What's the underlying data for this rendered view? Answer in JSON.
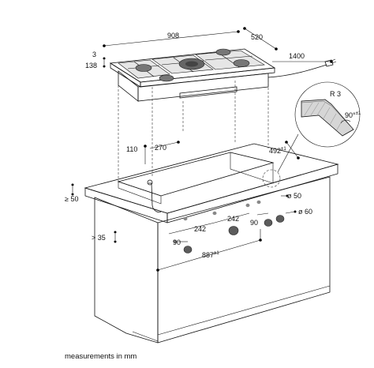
{
  "dimensions": {
    "hob_width": "908",
    "hob_depth": "520",
    "cable_length": "1400",
    "hob_thickness": "3",
    "hob_height": "138",
    "cutout_offset_front": "110",
    "cutout_offset_side": "270",
    "cutout_depth": "492",
    "cutout_depth_tol": "±1",
    "worktop_overhang": "≥ 50",
    "front_clearance": "> 35",
    "knob_spacing_left": "242",
    "knob_spacing_right": "242",
    "knob_offset_left": "90",
    "knob_offset_right": "90",
    "knob_hole_small": "ø 50",
    "knob_hole_large": "ø 60",
    "knob_row_width": "887",
    "knob_row_width_tol": "±1",
    "detail_radius": "R 3",
    "detail_angle": "90°",
    "detail_angle_tol": "±1"
  },
  "footer": {
    "note": "measurements in mm"
  }
}
